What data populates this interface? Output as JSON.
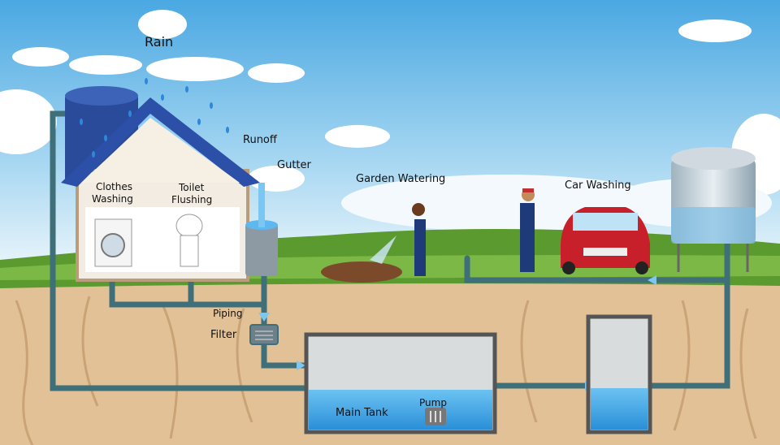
{
  "labels": {
    "rain": "Rain",
    "runoff": "Runoff",
    "gutter": "Gutter",
    "garden_watering": "Garden Watering",
    "car_washing": "Car Washing",
    "clothes_washing_1": "Clothes",
    "clothes_washing_2": "Washing",
    "toilet_flushing_1": "Toilet",
    "toilet_flushing_2": "Flushing",
    "piping": "Piping",
    "filter": "Filter",
    "main_tank": "Main Tank",
    "pump": "Pump"
  },
  "colors": {
    "sky_top": "#5fb4e6",
    "sky_bottom": "#e9f5fb",
    "grass": "#5a9a2e",
    "soil": "#e3c196",
    "pipe": "#3f6f78",
    "water": "#3aa0e0",
    "roof": "#2c4fa8"
  }
}
